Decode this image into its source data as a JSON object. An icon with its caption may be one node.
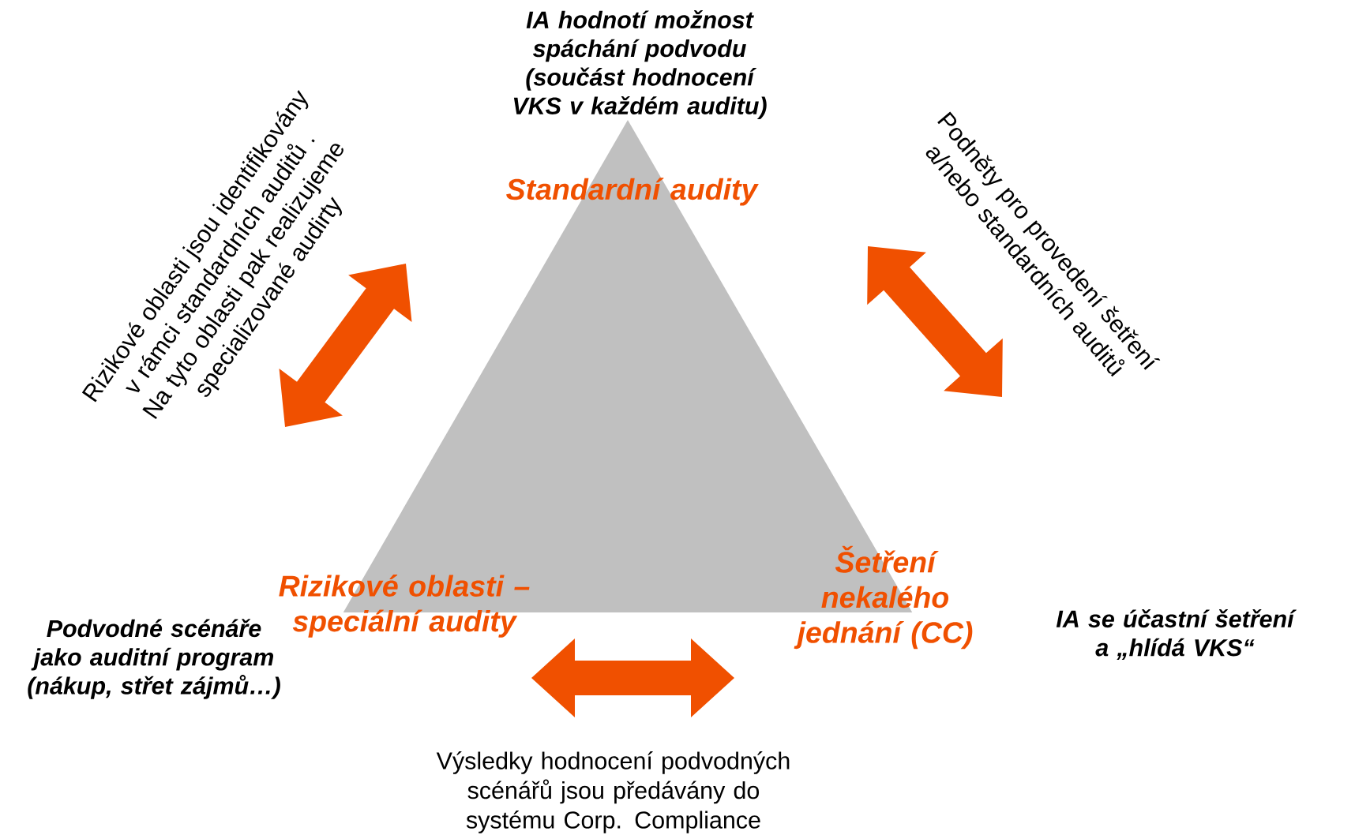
{
  "diagram": {
    "nodes": [
      {
        "text": [],
        "shape": "triangle"
      },
      {
        "text": [
          "Standardní audity"
        ],
        "in": 0,
        "beside": [
          "IA hodnotí možnost spáchání podvodu (součást hodnocení VKS v každém auditu)"
        ]
      },
      {
        "text": [
          "Rizikové oblasti – speciální audity"
        ],
        "beside": [
          "Podvodné scénáře jako auditní program (nákup, střet zájmů…)"
        ]
      },
      {
        "text": [
          "Šetření nekalého jednání (CC)"
        ],
        "beside": [
          "IA se účastní šetření a „hlídá VKS“"
        ]
      }
    ],
    "labels": [
      "Rizikové oblasti jsou identifikovány v rámci standardních auditů . Na tyto oblasti pak realizujeme specializované audirty",
      "Podněty pro provedení šetření a/nebo standardních auditů",
      "Výsledky hodnocení podvodných scénářů jsou předávány do systému Corp. Compliance"
    ]
  }
}
